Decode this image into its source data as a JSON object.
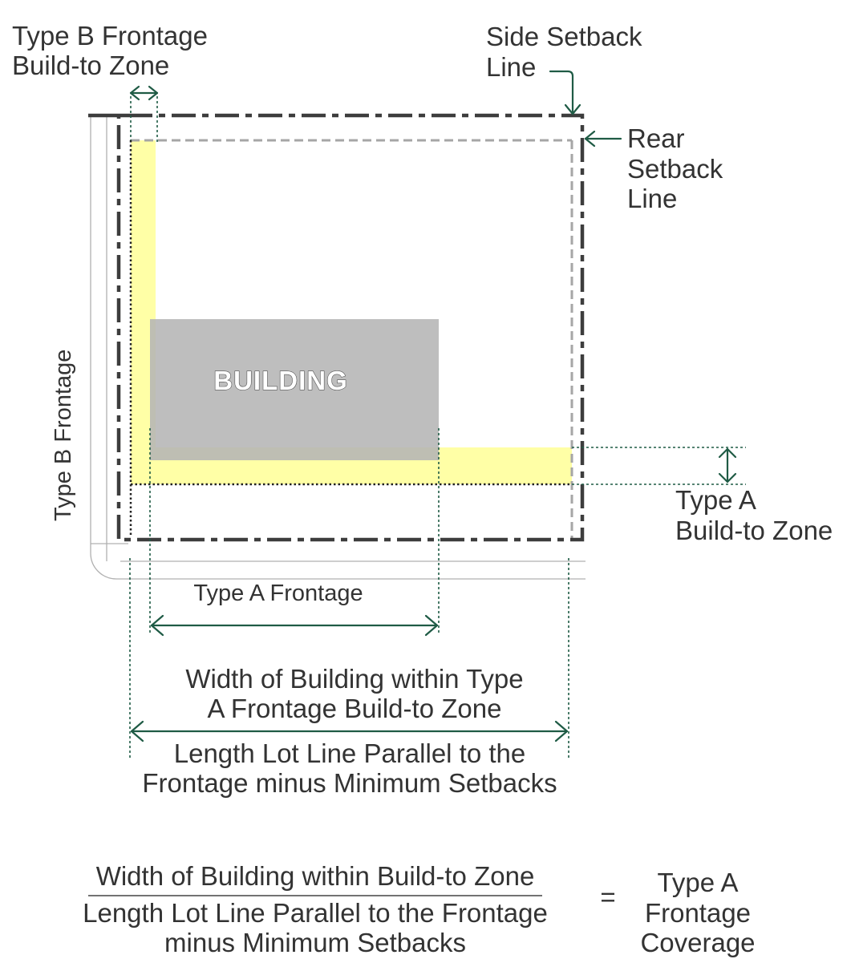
{
  "labels": {
    "type_b_btz_line1": "Type B Frontage",
    "type_b_btz_line2": "Build-to Zone",
    "side_setback_line1": "Side Setback",
    "side_setback_line2": "Line",
    "rear_setback_line1": "Rear",
    "rear_setback_line2": "Setback",
    "rear_setback_line3": "Line",
    "building": "BUILDING",
    "type_b_frontage": "Type B Frontage",
    "type_a_btz_line1": "Type A",
    "type_a_btz_line2": "Build-to Zone",
    "type_a_frontage": "Type A Frontage",
    "width_line1": "Width of Building within Type",
    "width_line2": "A Frontage Build-to Zone",
    "length_line1": "Length Lot Line Parallel to the",
    "length_line2": "Frontage minus Minimum Setbacks"
  },
  "formula": {
    "numerator": "Width of Building within Build-to Zone",
    "denominator_line1": "Length Lot Line Parallel to the Frontage",
    "denominator_line2": "minus Minimum Setbacks",
    "equals": "=",
    "result_line1": "Type A",
    "result_line2": "Frontage",
    "result_line3": "Coverage"
  },
  "colors": {
    "lot_line": "#3d3d3d",
    "setback_line": "#a6a6a6",
    "build_to_zone": "#ffffa6",
    "building": "#b5b5b5",
    "dimension": "#1f5b45",
    "text": "#333333"
  }
}
